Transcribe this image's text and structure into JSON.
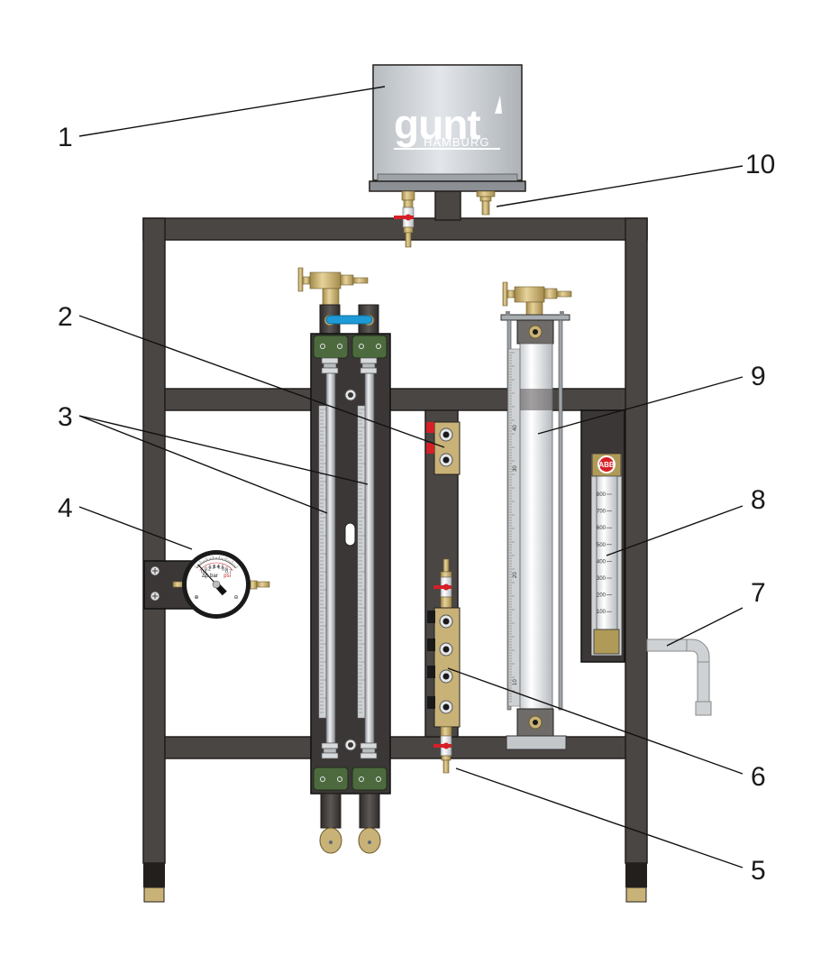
{
  "diagram": {
    "type": "equipment-schematic",
    "callouts": [
      {
        "id": "1",
        "label": "1"
      },
      {
        "id": "2",
        "label": "2"
      },
      {
        "id": "3",
        "label": "3"
      },
      {
        "id": "4",
        "label": "4"
      },
      {
        "id": "5",
        "label": "5"
      },
      {
        "id": "6",
        "label": "6"
      },
      {
        "id": "7",
        "label": "7"
      },
      {
        "id": "8",
        "label": "8"
      },
      {
        "id": "9",
        "label": "9"
      },
      {
        "id": "10",
        "label": "10"
      }
    ],
    "tank_logo": {
      "brand": "gunt",
      "city": "HAMBURG"
    },
    "flowmeter": {
      "brand": "ABB",
      "scale": [
        "800",
        "700",
        "600",
        "500",
        "400",
        "300",
        "200",
        "100"
      ]
    },
    "pressure_gauge": {
      "unit_bar": "Δp bar",
      "unit_psi": "psi",
      "scale": [
        "0.1",
        "0.2",
        "0.3",
        "0.4",
        "0.5",
        "0.6",
        "0.7"
      ],
      "plus_symbol": "⊕",
      "minus_symbol": "⊖",
      "needle_value": 0.05
    },
    "cylinder_scale": [
      "10",
      "20",
      "30",
      "40"
    ],
    "colors": {
      "frame": "#4a4644",
      "frame_dark": "#231f1d",
      "brass": "#c9b277",
      "brass_dark": "#a48b4c",
      "valve_red": "#d52027",
      "hose_blue": "#1e9ad6",
      "mount_green": "#4c6a3e",
      "tank": "#c8ccd0"
    }
  }
}
